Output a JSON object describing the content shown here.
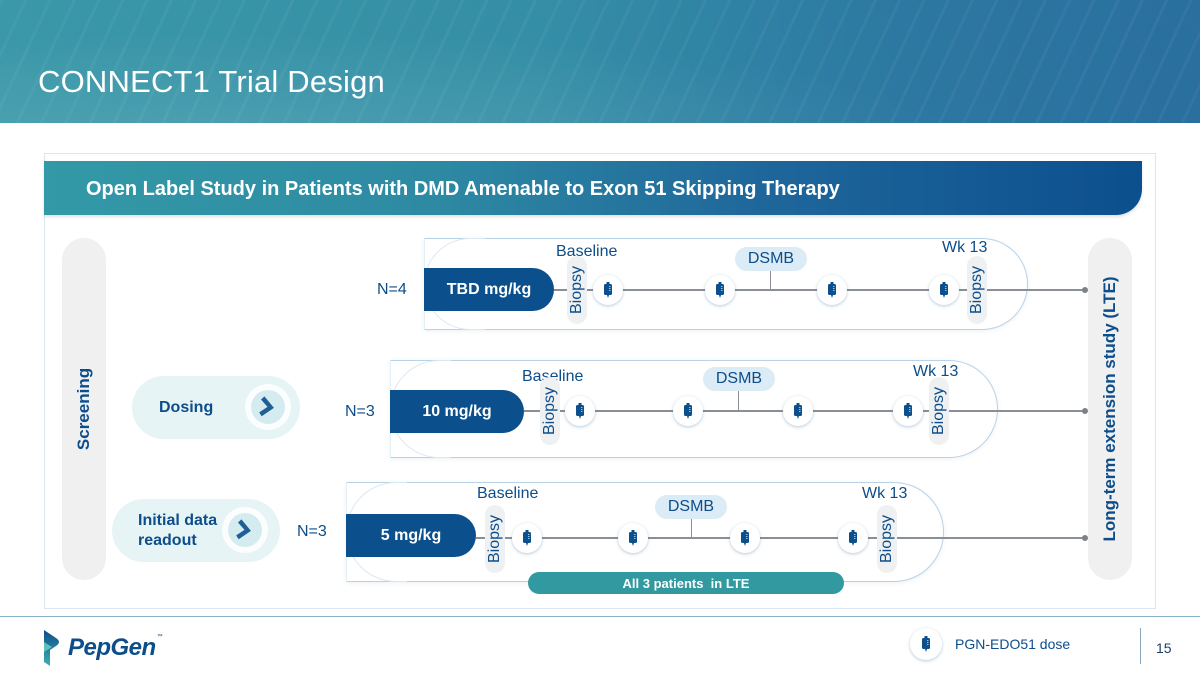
{
  "slide": {
    "title": "CONNECT1 Trial Design",
    "banner": "Open Label Study in Patients with DMD Amenable to Exon 51 Skipping Therapy",
    "page_number": "15"
  },
  "side_labels": {
    "screening": "Screening",
    "lte": "Long-term extension study (LTE)"
  },
  "legend_pills": {
    "dosing": "Dosing",
    "readout": "Initial data readout"
  },
  "cohorts": [
    {
      "n": "N=4",
      "dose": "TBD mg/kg",
      "baseline": "Baseline",
      "week": "Wk 13",
      "dsmb": "DSMB",
      "biopsy": "Biopsy",
      "doses": 4
    },
    {
      "n": "N=3",
      "dose": "10 mg/kg",
      "baseline": "Baseline",
      "week": "Wk 13",
      "dsmb": "DSMB",
      "biopsy": "Biopsy",
      "doses": 4
    },
    {
      "n": "N=3",
      "dose": "5 mg/kg",
      "baseline": "Baseline",
      "week": "Wk 13",
      "dsmb": "DSMB",
      "biopsy": "Biopsy",
      "doses": 4
    }
  ],
  "lte_badge": "All 3 patients  in LTE",
  "footer": {
    "logo": "PepGen",
    "logo_tm": "™",
    "legend_label": "PGN-EDO51 dose",
    "legend_icon": "iv-bag-icon"
  },
  "colors": {
    "navy": "#0b4f8c",
    "teal": "#3399a0",
    "text_blue": "#0d4d8a"
  }
}
